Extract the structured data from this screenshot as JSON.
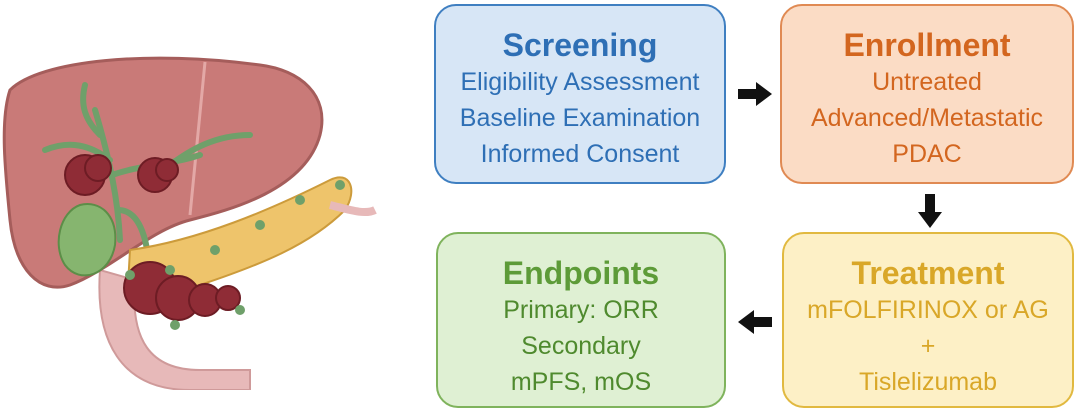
{
  "boxes": {
    "screening": {
      "title": "Screening",
      "lines": [
        "Eligibility Assessment",
        "Baseline Examination",
        "Informed Consent"
      ]
    },
    "enrollment": {
      "title": "Enrollment",
      "lines": [
        "Untreated",
        "Advanced/Metastatic",
        "PDAC"
      ]
    },
    "treatment": {
      "title": "Treatment",
      "lines": [
        "mFOLFIRINOX or AG",
        "+",
        "Tislelizumab"
      ]
    },
    "endpoints": {
      "title": "Endpoints",
      "lines": [
        "Primary: ORR",
        "Secondary",
        "mPFS, mOS"
      ]
    }
  },
  "colors": {
    "screening_accent": "#2e6fb5",
    "enrollment_accent": "#d3661f",
    "treatment_accent": "#d9a728",
    "endpoints_accent": "#5d9b38",
    "arrow": "#111111"
  },
  "icons": {
    "illustration": "liver-pancreas-tumor-illustration",
    "arrows": [
      "arrow-right-icon",
      "arrow-down-icon",
      "arrow-left-icon"
    ]
  }
}
